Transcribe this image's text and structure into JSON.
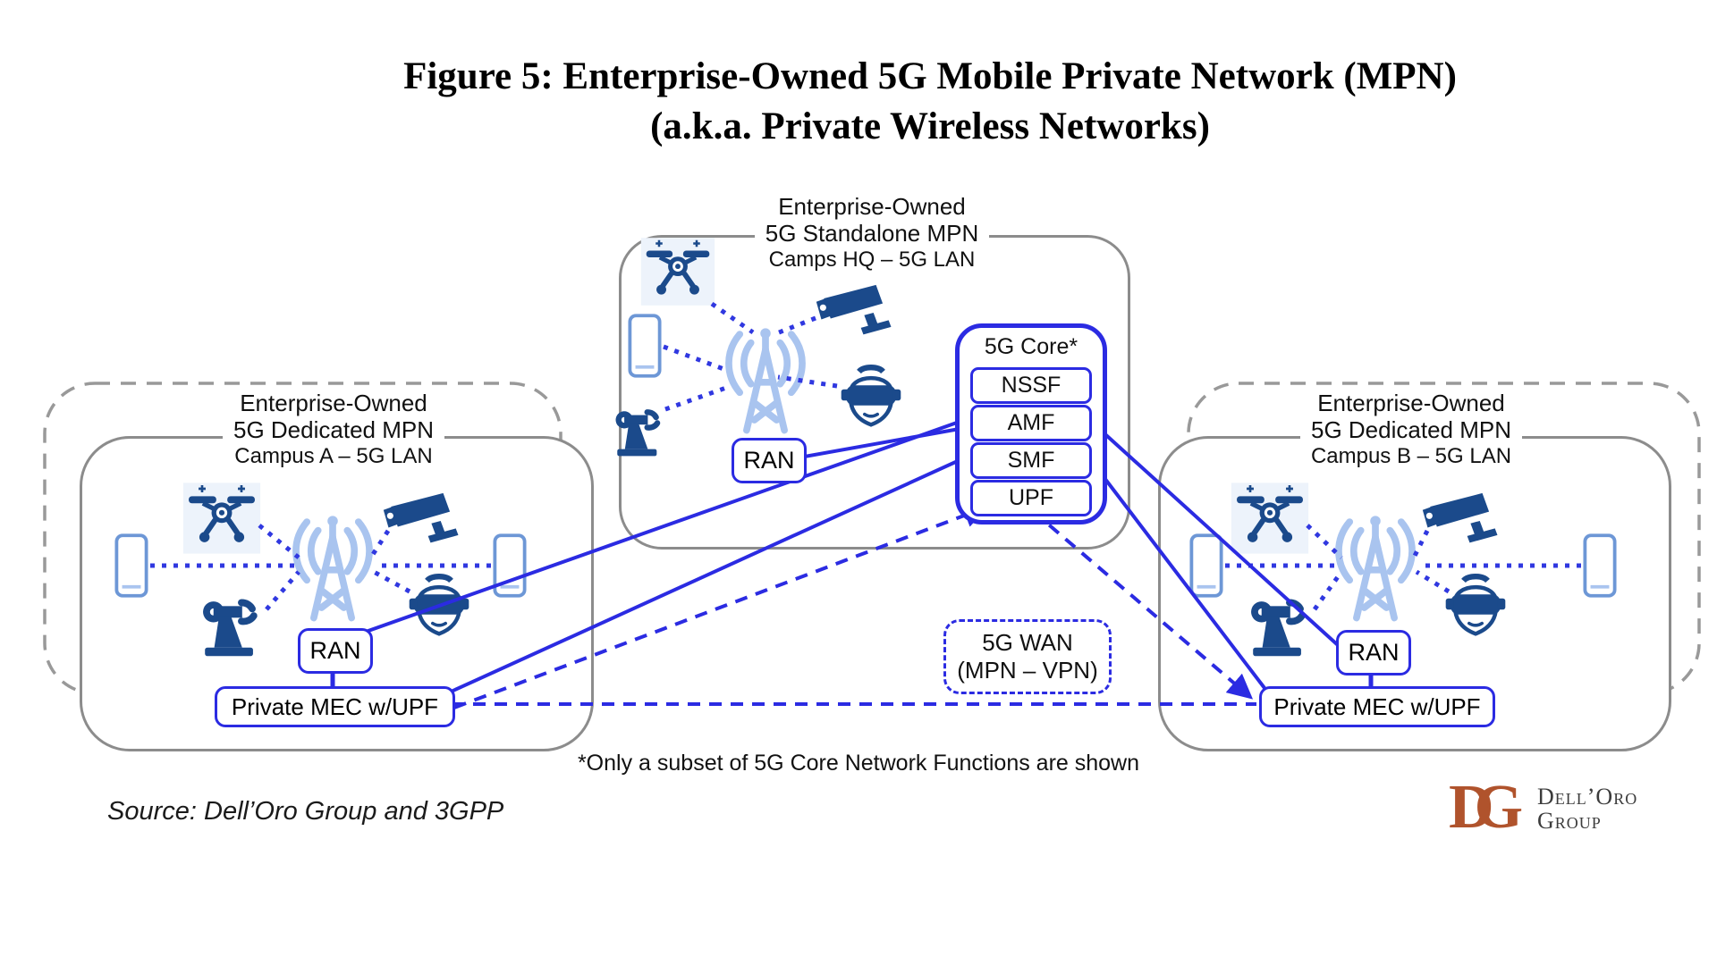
{
  "title": {
    "line1": "Figure 5: Enterprise-Owned 5G Mobile Private Network (MPN)",
    "line2": "(a.k.a. Private Wireless Networks)"
  },
  "hq": {
    "header1": "Enterprise-Owned",
    "header2": "5G Standalone MPN",
    "header3": "Camps HQ – 5G LAN",
    "ran": "RAN"
  },
  "core": {
    "title": "5G Core*",
    "fn": [
      "NSSF",
      "AMF",
      "SMF",
      "UPF"
    ]
  },
  "campus_a": {
    "header1": "Enterprise-Owned",
    "header2": "5G Dedicated MPN",
    "header3": "Campus A – 5G LAN",
    "ran": "RAN",
    "mec": "Private MEC w/UPF"
  },
  "campus_b": {
    "header1": "Enterprise-Owned",
    "header2": "5G Dedicated MPN",
    "header3": "Campus B – 5G LAN",
    "ran": "RAN",
    "mec": "Private MEC w/UPF"
  },
  "wan": {
    "line1": "5G WAN",
    "line2": "(MPN – VPN)"
  },
  "footnote": "*Only a subset of 5G Core Network Functions are shown",
  "source": "Source: Dell’Oro Group and 3GPP",
  "logo": {
    "d": "D",
    "g": "G",
    "name1": "Dell’Oro",
    "name2": "Group"
  },
  "colors": {
    "line_blue": "#2b2be2",
    "icon_navy": "#1b4a8b",
    "icon_light_blue": "#a9c4ef",
    "box_gray": "#8c8c8c",
    "logo_orange": "#b0532c"
  },
  "icons": {
    "device_types": [
      "smartphone-icon",
      "drone-icon",
      "robot-arm-icon",
      "cell-tower-icon",
      "cctv-camera-icon",
      "vr-headset-icon"
    ]
  }
}
